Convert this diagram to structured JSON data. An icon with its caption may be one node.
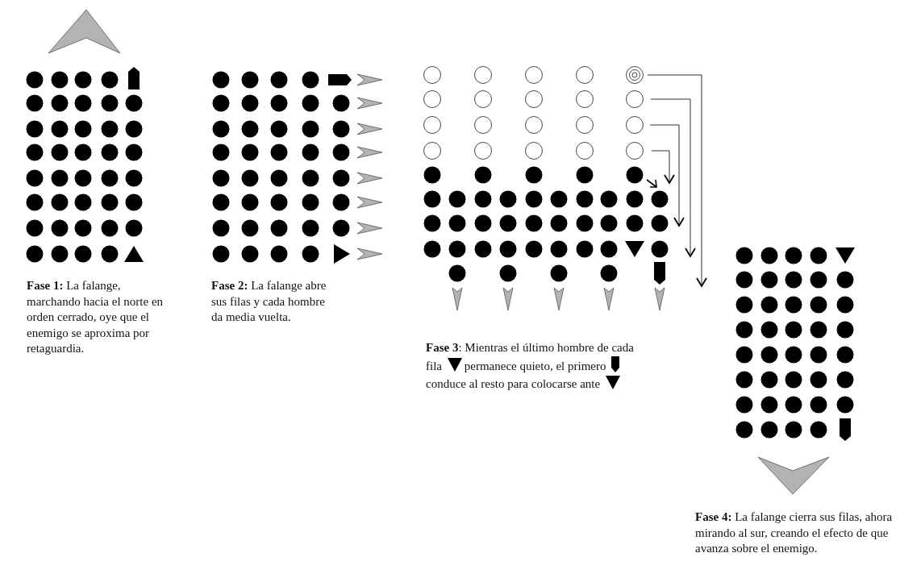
{
  "diagram": {
    "labels": [
      "**Fase 1:** La falange, marchando hacia el norte en orden cerrado, oye que el enemigo se aproxima por retaguardia.",
      "**Fase 2:** La falange abre sus filas y cada hombre da media vuelta.",
      "**Fase 3**: Mientras el último hombre de cada fila",
      "permanece quieto, el primero",
      "conduce al resto para colocarse ante",
      "**Fase 4:** La falange cierra sus filas, ahora mirando al sur, creando el efecto de que avanza sobre el enemigo."
    ]
  }
}
